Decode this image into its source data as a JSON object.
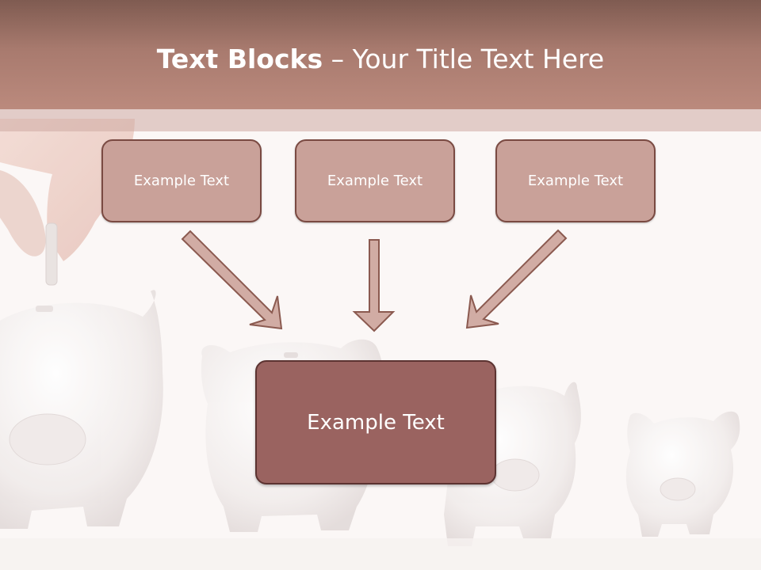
{
  "title": {
    "bold": "Text Blocks",
    "rest": " – Your Title Text Here"
  },
  "blocks": [
    {
      "label": "Example Text"
    },
    {
      "label": "Example Text"
    },
    {
      "label": "Example Text"
    }
  ],
  "target": {
    "label": "Example Text"
  },
  "colors": {
    "header_top": "#7f5b51",
    "header_bottom": "#bb8a7d",
    "box_fill": "#c9a199",
    "box_border": "#7a4a42",
    "target_fill": "#9a6360",
    "arrow_fill": "#d1aca4",
    "arrow_stroke": "#8b5a50"
  }
}
